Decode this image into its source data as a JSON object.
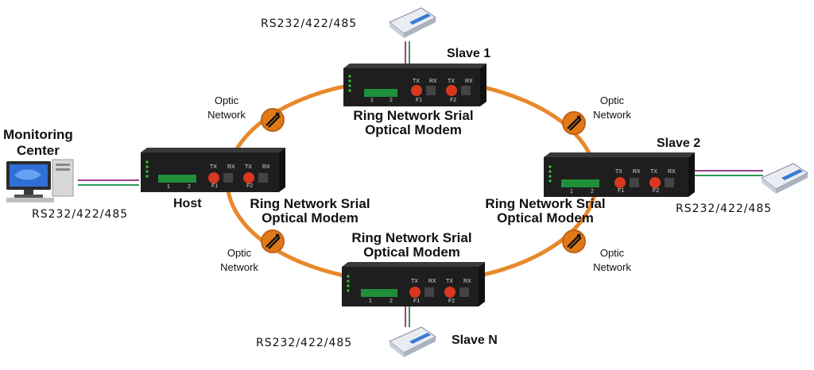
{
  "colors": {
    "ring": "#e8882a",
    "modem_body": "#1e1e1e",
    "fiber_port": "#d9381e",
    "line_purple": "#a0418c",
    "line_green": "#2e9b57"
  },
  "monitoring": {
    "line1": "Monitoring",
    "line2": "Center",
    "icon": "computer-icon"
  },
  "host": {
    "label": "Host"
  },
  "modem_caption": {
    "line1": "Ring Network Srial",
    "line2": "Optical Modem"
  },
  "slave1": {
    "label": "Slave 1"
  },
  "slave2": {
    "label": "Slave 2"
  },
  "slaveN": {
    "label": "Slave N"
  },
  "rs_label": "RS232/422/485",
  "optic": {
    "line1": "Optic",
    "line2": "Network"
  },
  "ports": {
    "tx": "TX",
    "rx": "RX",
    "f1": "F1",
    "f2": "F2",
    "g1": "1",
    "g2": "2"
  }
}
